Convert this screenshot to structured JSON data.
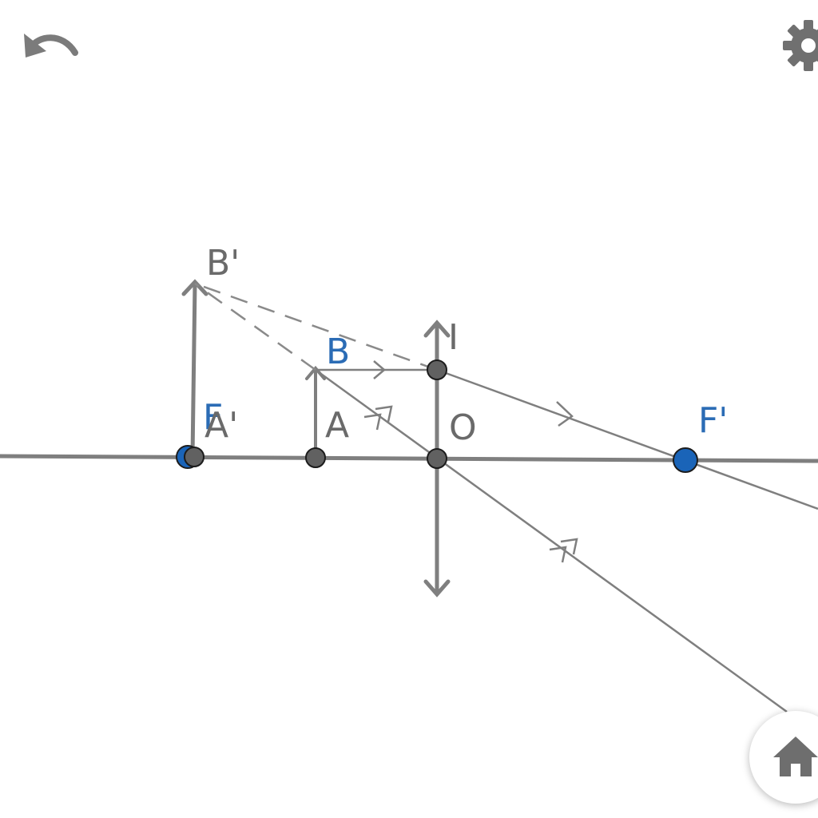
{
  "labels": {
    "B_prime": "B'",
    "B": "B",
    "I": "I",
    "A": "A",
    "A_prime": "A'",
    "F_hidden": "F",
    "O": "O",
    "F_prime": "F'"
  },
  "icons": {
    "undo": "undo-icon",
    "settings": "gear-icon",
    "home": "home-icon"
  },
  "colors": {
    "gray": "#7f7f7f",
    "dark_point": "#616161",
    "blue": "#1a64b8",
    "blue_label": "#2b6cb5"
  }
}
